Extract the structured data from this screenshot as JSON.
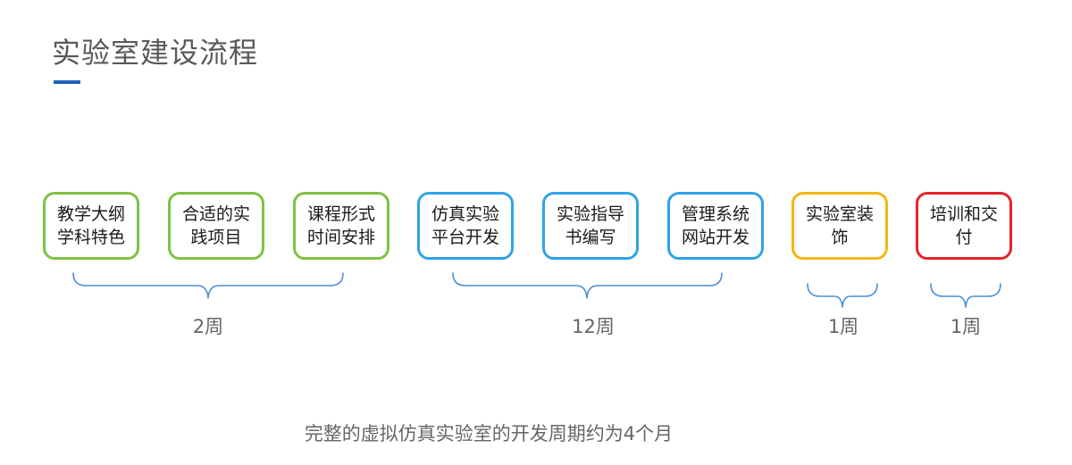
{
  "title": "实验室建设流程",
  "colors": {
    "title_underline": "#1f5fb8",
    "green": "#7dc242",
    "blue": "#2fa4e7",
    "orange": "#f5b60f",
    "red": "#e8212b",
    "brace": "#4a90d9"
  },
  "steps": [
    {
      "label": "教学大纲学科特色",
      "color": "green"
    },
    {
      "label": "合适的实践项目",
      "color": "green"
    },
    {
      "label": "课程形式时间安排",
      "color": "green"
    },
    {
      "label": "仿真实验平台开发",
      "color": "blue"
    },
    {
      "label": "实验指导书编写",
      "color": "blue"
    },
    {
      "label": "管理系统网站开发",
      "color": "blue"
    },
    {
      "label": "实验室装饰",
      "color": "orange"
    },
    {
      "label": "培训和交付",
      "color": "red"
    }
  ],
  "phases": [
    {
      "duration": "2周"
    },
    {
      "duration": "12周"
    },
    {
      "duration": "1周"
    },
    {
      "duration": "1周"
    }
  ],
  "summary": "完整的虚拟仿真实验室的开发周期约为4个月"
}
